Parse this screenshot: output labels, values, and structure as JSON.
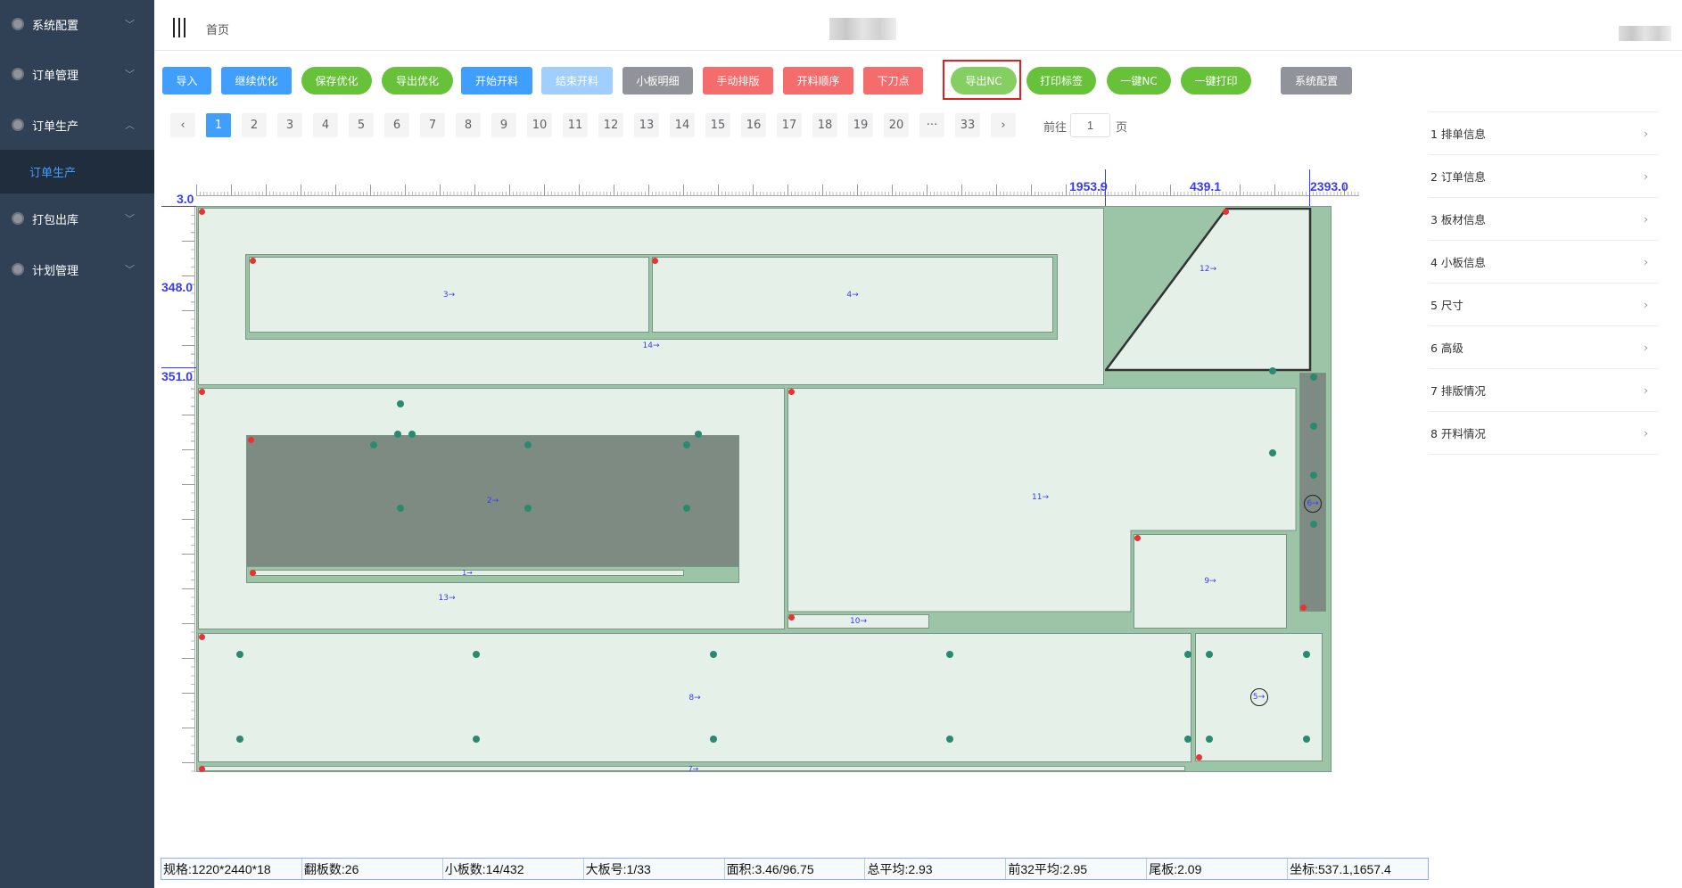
{
  "sidebar": {
    "items": [
      {
        "label": "系统配置",
        "chev": "﹀"
      },
      {
        "label": "订单管理",
        "chev": "﹀"
      },
      {
        "label": "订单生产",
        "chev": "︿"
      },
      {
        "label": "打包出库",
        "chev": "﹀"
      },
      {
        "label": "计划管理",
        "chev": "﹀"
      }
    ],
    "sub_item": "订单生产"
  },
  "header": {
    "breadcrumb": "首页"
  },
  "toolbar": [
    "导入",
    "继续优化",
    "保存优化",
    "导出优化",
    "开始开料",
    "结束开料",
    "小板明细",
    "手动排版",
    "开料顺序",
    "下刀点",
    "导出NC",
    "打印标签",
    "一键NC",
    "一键打印",
    "系统配置"
  ],
  "pagination": {
    "prev": "‹",
    "next": "›",
    "pages": [
      "1",
      "2",
      "3",
      "4",
      "5",
      "6",
      "7",
      "8",
      "9",
      "10",
      "11",
      "12",
      "13",
      "14",
      "15",
      "16",
      "17",
      "18",
      "19",
      "20",
      "···",
      "33"
    ],
    "current": "1",
    "goto_label": "前往",
    "goto_value": "1",
    "page_unit": "页"
  },
  "right_panel": [
    "1 排单信息",
    "2 订单信息",
    "3 板材信息",
    "4 小板信息",
    "5 尺寸",
    "6 高级",
    "7 排版情况",
    "8 开料情况"
  ],
  "ruler": {
    "top_left": "3.0",
    "left_1": "348.0",
    "left_2": "351.0",
    "top_1": "1953.9",
    "top_2": "439.1",
    "top_3": "2393.0"
  },
  "pieces": {
    "p1": "1→",
    "p2": "2→",
    "p3": "3→",
    "p4": "4→",
    "p5": "5→",
    "p6": "6→",
    "p7": "7→",
    "p8": "8→",
    "p9": "9→",
    "p10": "10→",
    "p11": "11→",
    "p12": "12→",
    "p13": "13→",
    "p14": "14→"
  },
  "status": [
    "规格:1220*2440*18",
    "翻板数:26",
    "小板数:14/432",
    "大板号:1/33",
    "面积:3.46/96.75",
    "总平均:2.93",
    "前32平均:2.95",
    "尾板:2.09",
    "坐标:537.1,1657.4"
  ],
  "colors": {
    "board": "#9cc5a8",
    "piece": "#e5f0e8",
    "accent": "#409eff",
    "highlight_border": "#e02020"
  }
}
